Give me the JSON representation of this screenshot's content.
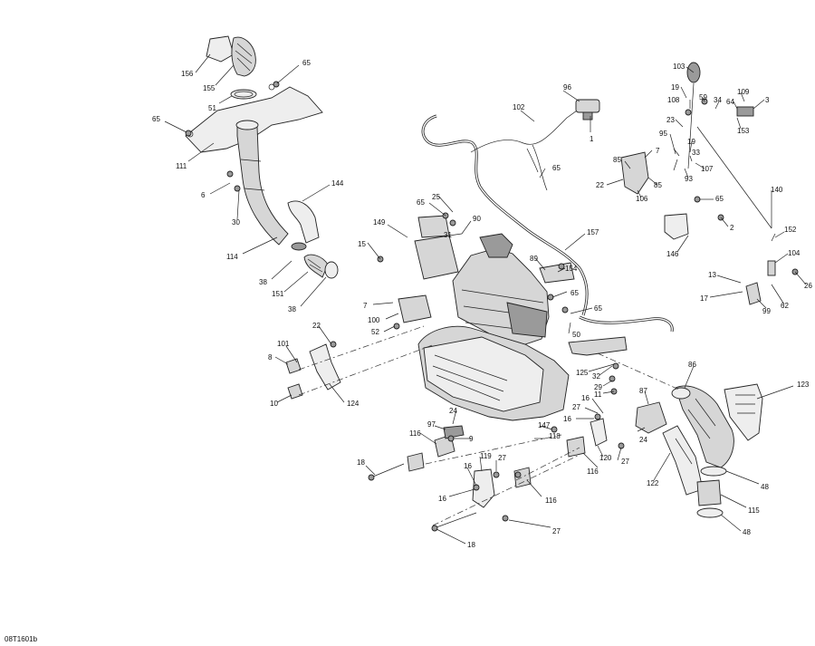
{
  "diagram": {
    "drawing_code": "08T1601b",
    "callouts": [
      "156",
      "155",
      "65",
      "51",
      "65",
      "111",
      "6",
      "30",
      "144",
      "114",
      "38",
      "151",
      "38",
      "96",
      "102",
      "1",
      "65",
      "25",
      "65",
      "90",
      "31",
      "149",
      "15",
      "157",
      "89",
      "154",
      "7",
      "65",
      "100",
      "52",
      "65",
      "50",
      "22",
      "101",
      "8",
      "10",
      "124",
      "103",
      "19",
      "108",
      "59",
      "34",
      "109",
      "3",
      "64",
      "153",
      "23",
      "95",
      "7",
      "19",
      "33",
      "85",
      "22",
      "85",
      "106",
      "93",
      "107",
      "65",
      "140",
      "2",
      "146",
      "152",
      "104",
      "13",
      "26",
      "17",
      "99",
      "62",
      "86",
      "123",
      "125",
      "32",
      "29",
      "11",
      "27",
      "16",
      "16",
      "87",
      "24",
      "97",
      "24",
      "9",
      "147",
      "118",
      "116",
      "119",
      "27",
      "120",
      "27",
      "16",
      "116",
      "18",
      "16",
      "116",
      "122",
      "48",
      "115",
      "48",
      "27",
      "18"
    ]
  }
}
